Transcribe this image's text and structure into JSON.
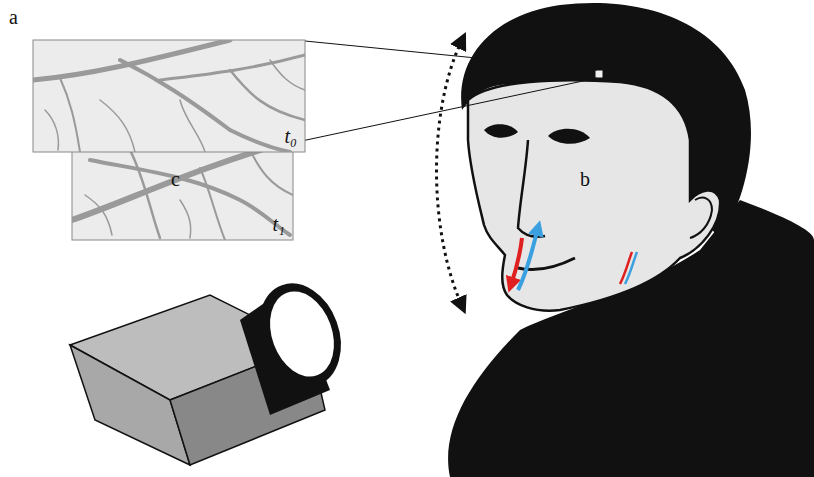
{
  "diagram": {
    "nodes": [
      {
        "text": [
          "t₀"
        ]
      },
      {
        "text": [
          "t₁"
        ]
      }
    ],
    "labels": [
      "a",
      "c",
      "b"
    ]
  }
}
